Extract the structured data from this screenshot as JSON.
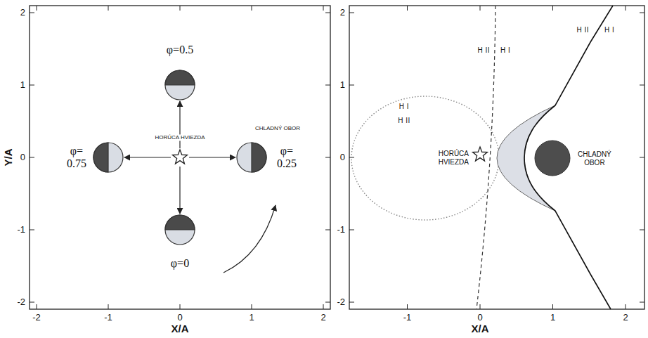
{
  "diagram": {
    "nodes": [
      {
        "text": [
          "φ=0.5"
        ]
      },
      {
        "text": [
          "φ= 0.75"
        ]
      },
      {
        "text": [
          "HORÚCA HVIEZDA"
        ]
      },
      {
        "text": [
          "φ= 0.25"
        ]
      },
      {
        "text": [
          "φ=0"
        ]
      },
      {
        "text": [
          "HORÚCA HVIEZDA"
        ]
      },
      {
        "text": [
          "CHLADNÝ OBOR"
        ]
      }
    ],
    "edges": [
      {
        "from": 2,
        "to": 0,
        "arrow": "to"
      },
      {
        "from": 2,
        "to": 1,
        "arrow": "to"
      },
      {
        "from": 2,
        "to": 3,
        "arrow": "to"
      },
      {
        "from": 2,
        "to": 4,
        "arrow": "to"
      }
    ],
    "labels": [
      "Y/A",
      "X/A",
      "X/A",
      "-2",
      "-1",
      "0",
      "1",
      "2",
      "2",
      "1",
      "0",
      "-1",
      "-2",
      "-1",
      "0",
      "1",
      "2",
      "2",
      "1",
      "0",
      "-1",
      "-2",
      "CHLADNÝ OBOR",
      "H I",
      "H II",
      "H II",
      "H I",
      "H II",
      "H I"
    ]
  }
}
